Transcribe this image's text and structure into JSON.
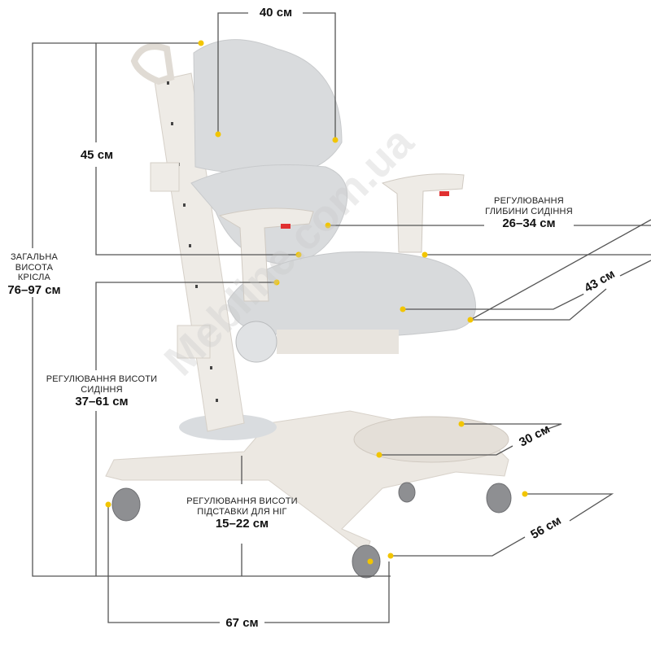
{
  "watermark": "Mebline.com.ua",
  "dims": {
    "backrest_width": "40 см",
    "backrest_height": "45 см",
    "total_height": {
      "label": "ЗАГАЛЬНА\nВИСОТА КРІСЛА",
      "line1": "ЗАГАЛЬНА",
      "line2": "ВИСОТА КРІСЛА",
      "value": "76–97 см"
    },
    "seat_height": {
      "line1": "РЕГУЛЮВАННЯ ВИСОТИ",
      "line2": "СИДІННЯ",
      "value": "37–61 см"
    },
    "seat_depth": {
      "line1": "РЕГУЛЮВАННЯ",
      "line2": "ГЛИБИНИ СИДІННЯ",
      "value": "26–34 см"
    },
    "seat_width": "43 см",
    "footrest_depth": "30 см",
    "footrest_height": {
      "line1": "РЕГУЛЮВАННЯ ВИСОТИ",
      "line2": "ПІДСТАВКИ ДЛЯ НІГ",
      "value": "15–22 см"
    },
    "base_depth": "56 см",
    "base_width": "67 см"
  },
  "colors": {
    "line": "#555555",
    "marker": "#f2c500",
    "chair": "#e9e6e2",
    "mesh": "#d6d8da"
  }
}
